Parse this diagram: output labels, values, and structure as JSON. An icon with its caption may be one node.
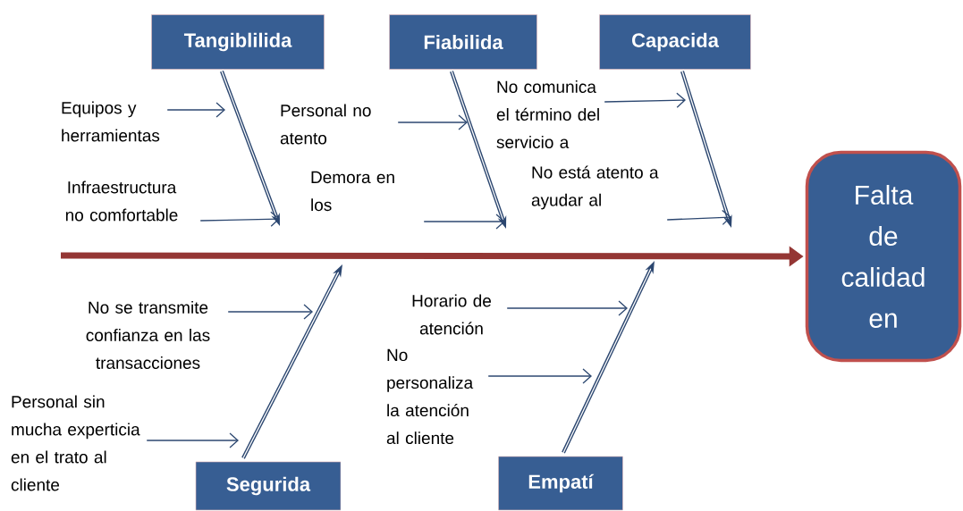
{
  "diagram": {
    "nodes": [
      {
        "text": [
          "Tangiblilida"
        ]
      },
      {
        "text": [
          "Fiabilida"
        ]
      },
      {
        "text": [
          "Capacida"
        ]
      },
      {
        "text": [
          "Segurida"
        ]
      },
      {
        "text": [
          "Empatí"
        ]
      },
      {
        "text": [
          "Falta de calidad en"
        ]
      },
      {
        "text": [
          "Equipos y herramientas"
        ]
      },
      {
        "text": [
          "Infraestructura no comfortable"
        ]
      },
      {
        "text": [
          "Personal no atento"
        ]
      },
      {
        "text": [
          "Demora en los"
        ]
      },
      {
        "text": [
          "No comunica el término del servicio a"
        ]
      },
      {
        "text": [
          "No está atento a ayudar al"
        ]
      },
      {
        "text": [
          "No se transmite confianza en las transacciones"
        ]
      },
      {
        "text": [
          "Personal sin mucha experticia en el trato al cliente"
        ]
      },
      {
        "text": [
          "Horario de atención"
        ]
      },
      {
        "text": [
          "No personaliza la atención al cliente"
        ]
      }
    ],
    "edges": [
      {
        "from": null,
        "to": 5,
        "arrow": "to",
        "style": "thick",
        "color": "#943634"
      },
      {
        "from": 0,
        "to": null,
        "arrow": "to",
        "style": "thick"
      },
      {
        "from": 1,
        "to": null,
        "arrow": "to",
        "style": "thick"
      },
      {
        "from": 2,
        "to": null,
        "arrow": "to",
        "style": "thick"
      },
      {
        "from": 3,
        "to": null,
        "arrow": "to",
        "style": "thick"
      },
      {
        "from": 4,
        "to": null,
        "arrow": "to",
        "style": "thick"
      },
      {
        "from": 6,
        "to": null,
        "arrow": "to"
      },
      {
        "from": 7,
        "to": null,
        "arrow": "to"
      },
      {
        "from": 8,
        "to": null,
        "arrow": "to"
      },
      {
        "from": 9,
        "to": null,
        "arrow": "to"
      },
      {
        "from": 10,
        "to": null,
        "arrow": "to"
      },
      {
        "from": 11,
        "to": null,
        "arrow": "to"
      },
      {
        "from": 12,
        "to": null,
        "arrow": "to"
      },
      {
        "from": 13,
        "to": null,
        "arrow": "to"
      },
      {
        "from": 14,
        "to": null,
        "arrow": "to"
      },
      {
        "from": 15,
        "to": null,
        "arrow": "to"
      }
    ]
  }
}
